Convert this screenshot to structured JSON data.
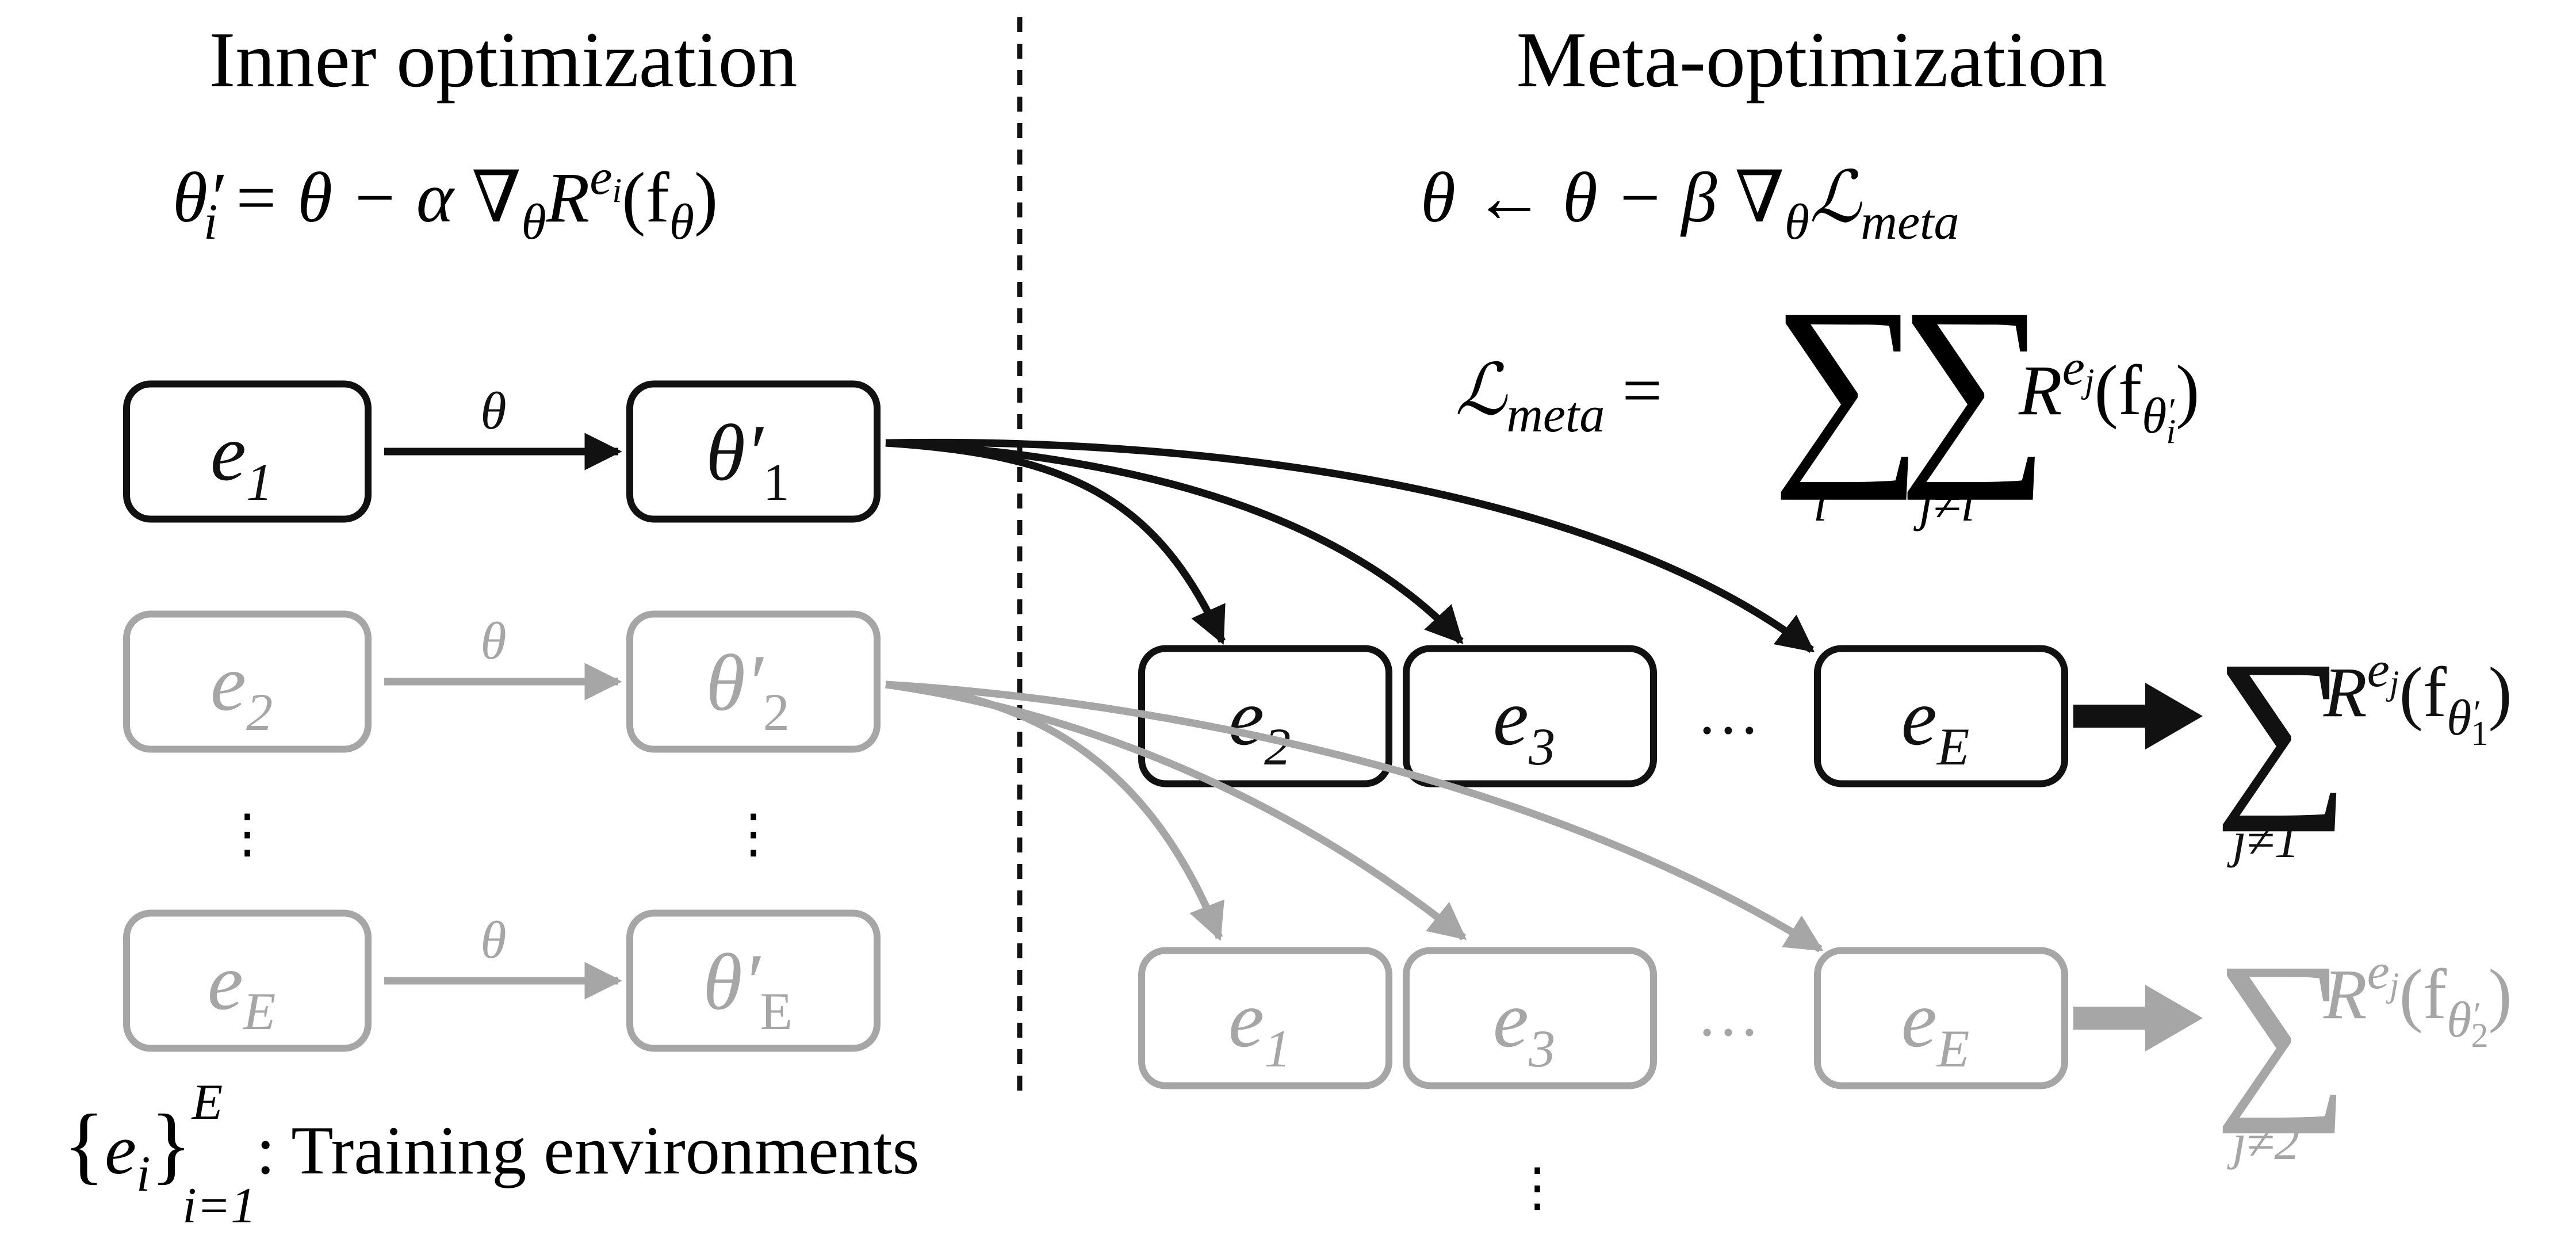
{
  "headings": {
    "inner": "Inner optimization",
    "meta": "Meta-optimization"
  },
  "colors": {
    "active": "#111111",
    "faded": "#a6a6a6"
  },
  "left_column": {
    "rows": [
      {
        "env": "e",
        "env_sub": "1",
        "param": "θ′",
        "param_sub": "1",
        "edge": "θ",
        "state": "active"
      },
      {
        "env": "e",
        "env_sub": "2",
        "param": "θ′",
        "param_sub": "2",
        "edge": "θ",
        "state": "faded"
      },
      {
        "env": "e",
        "env_sub": "E",
        "param": "θ′",
        "param_sub": "E",
        "edge": "θ",
        "state": "faded"
      }
    ],
    "vdots": "⋮"
  },
  "right_rows": [
    {
      "envs": [
        {
          "env": "e",
          "sub": "2"
        },
        {
          "env": "e",
          "sub": "3"
        },
        {
          "env": "e",
          "sub": "E"
        }
      ],
      "ellipsis": "…",
      "sum_index": "j≠1",
      "param_sub": "1",
      "state": "active"
    },
    {
      "envs": [
        {
          "env": "e",
          "sub": "1"
        },
        {
          "env": "e",
          "sub": "3"
        },
        {
          "env": "e",
          "sub": "E"
        }
      ],
      "ellipsis": "…",
      "sum_index": "j≠2",
      "param_sub": "2",
      "state": "faded"
    }
  ],
  "right_vdots": "⋮",
  "equations": {
    "inner": {
      "lhs": "θ",
      "lhs_prime": "′",
      "lhs_sub": "i",
      "rhs_a": "= θ − α ∇",
      "grad_sub": "θ",
      "R": "R",
      "R_sup": "e",
      "R_sup_sub": "i",
      "f": "(f",
      "f_sub": "θ",
      "close": ")"
    },
    "meta_update": {
      "a": "θ ← θ − β  ∇",
      "grad_sub": "θ",
      "L": "ℒ",
      "L_sub": "meta"
    },
    "meta_loss": {
      "L": "ℒ",
      "L_sub": "meta",
      "eq": "=",
      "sum": "∑",
      "sum1_index": "i",
      "sum2_index": "j≠i",
      "R": "R",
      "R_sup": "e",
      "R_sup_sub": "j",
      "f": "(f",
      "f_sub": "θ",
      "f_sub_prime": "′",
      "f_sub_sub": "i",
      "close": ")"
    }
  },
  "sum_symbol": "∑",
  "caption": {
    "set_open": "{",
    "e": "e",
    "e_sub": "i",
    "set_close": "}",
    "sup": "E",
    "sub": "i=1",
    "text": ": Training environments"
  }
}
